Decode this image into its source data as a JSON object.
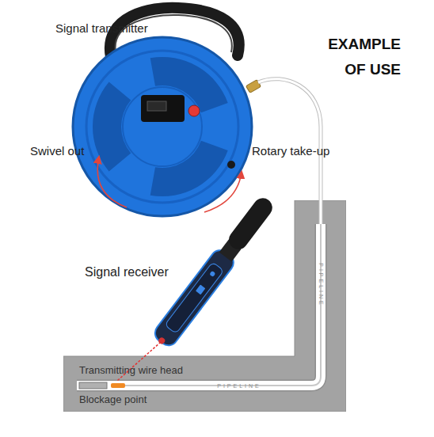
{
  "diagram": {
    "title": "EXAMPLE OF USE",
    "nodes": [
      {
        "text": [
          "PIPELINE",
          "Transmitting wire head",
          "PIPELINE",
          "Blockage point"
        ]
      }
    ],
    "labels": [
      "Signal transmitter",
      "Swivel out",
      "Rotary take-up",
      "Signal receiver"
    ]
  }
}
